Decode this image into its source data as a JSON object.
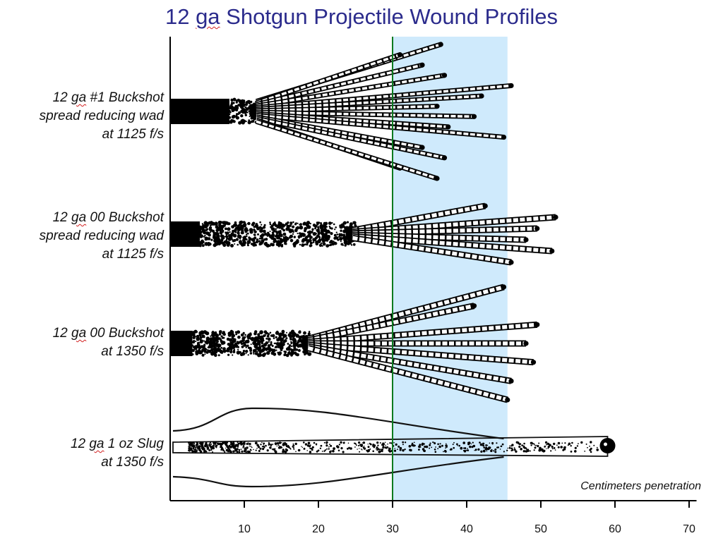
{
  "title_parts": {
    "ga": "ga",
    "rest": " Shotgun Projectile Wound Profiles",
    "gauge": "12 "
  },
  "axis_title": "Centimeters penetration",
  "colors": {
    "title": "#2b2b8c",
    "highlight": "#cfeafc",
    "marker_line": "#0a7a1f",
    "ink": "#000000",
    "misspell": "#d21e1e"
  },
  "rows": [
    {
      "lines": [
        [
          "12 ",
          "ga",
          " #1 Buckshot"
        ],
        [
          "spread reducing wad"
        ],
        [
          "at 1125 f/s"
        ]
      ]
    },
    {
      "lines": [
        [
          "12 ",
          "ga",
          " 00 Buckshot"
        ],
        [
          "spread reducing wad"
        ],
        [
          "at 1125 f/s"
        ]
      ]
    },
    {
      "lines": [
        [
          "12 ",
          "ga",
          " 00 Buckshot"
        ],
        [
          "at 1350 f/s"
        ]
      ]
    },
    {
      "lines": [
        [
          "12 ",
          "ga",
          " 1 oz Slug"
        ],
        [
          "at  1350 f/s"
        ]
      ]
    }
  ],
  "chart_data": {
    "type": "diagram",
    "title": "12 ga Shotgun Projectile Wound Profiles",
    "xlabel": "Centimeters penetration",
    "x_ticks": [
      10,
      20,
      30,
      40,
      50,
      60,
      70
    ],
    "xlim": [
      0,
      70
    ],
    "highlight_range_cm": [
      30,
      45.5
    ],
    "marker_line_cm": 30,
    "profiles": [
      {
        "label": "12 ga #1 Buckshot spread reducing wad at 1125 f/s",
        "solid_end_cm": 8,
        "fragment_end_cm": 12,
        "pellet_ends_cm": [
          36.5,
          31,
          34,
          37,
          46,
          42,
          36,
          41,
          37.5,
          45,
          34,
          37,
          31,
          36
        ]
      },
      {
        "label": "12 ga 00 Buckshot spread reducing wad at 1125 f/s",
        "solid_end_cm": 4,
        "fragment_end_cm": 25,
        "pellet_ends_cm": [
          42.5,
          52,
          49.5,
          48,
          51.5,
          46
        ]
      },
      {
        "label": "12 ga 00 Buckshot at 1350 f/s",
        "solid_end_cm": 3,
        "fragment_end_cm": 19,
        "pellet_ends_cm": [
          45,
          41,
          49.5,
          48,
          49,
          46,
          45.5
        ]
      },
      {
        "label": "12 ga 1 oz Slug at  1350 f/s",
        "track_end_cm": 59,
        "max_temporary_cavity_cm": 11,
        "temporary_cavity_end_cm": 45
      }
    ]
  }
}
